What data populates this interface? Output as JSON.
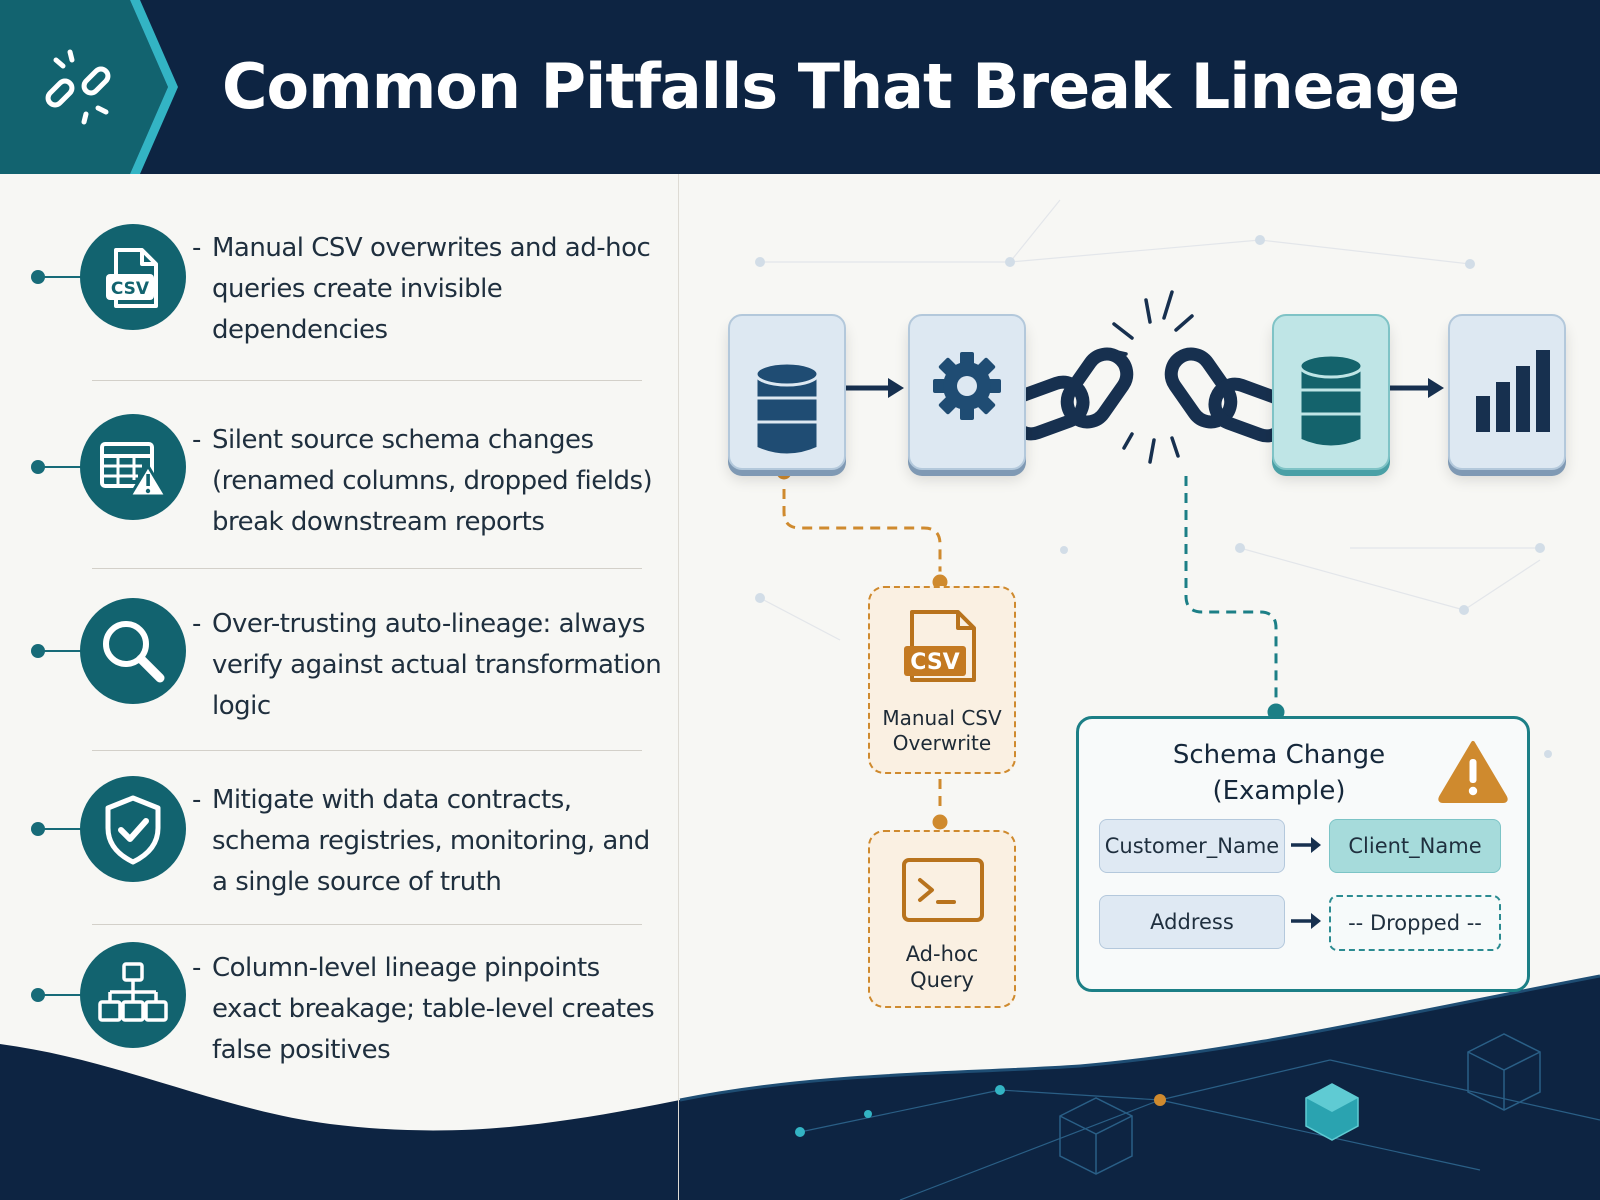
{
  "title": "Common Pitfalls That Break Lineage",
  "header_icon": "broken-link-icon",
  "pitfalls": [
    {
      "icon": "csv-file-icon",
      "bullet": "-",
      "text": "Manual CSV overwrites and ad-hoc queries create invisible dependencies",
      "icon_text": "CSV"
    },
    {
      "icon": "table-warning-icon",
      "bullet": "-",
      "text": "Silent source schema changes (renamed columns, dropped fields) break downstream reports"
    },
    {
      "icon": "magnifier-icon",
      "bullet": "-",
      "text": "Over-trusting auto-lineage: always verify against actual transformation logic"
    },
    {
      "icon": "shield-check-icon",
      "bullet": "-",
      "text": "Mitigate with data contracts, schema registries, monitoring, and a single source of truth"
    },
    {
      "icon": "hierarchy-icon",
      "bullet": "-",
      "text": "Column-level lineage pinpoints exact breakage; table-level creates false positives"
    }
  ],
  "pipeline": {
    "nodes": [
      "database-icon",
      "gear-icon",
      "database-icon",
      "bar-chart-icon"
    ],
    "break_icon": "broken-chain-icon"
  },
  "manual_csv": {
    "icon_text": "CSV",
    "label_line1": "Manual CSV",
    "label_line2": "Overwrite"
  },
  "adhoc_query": {
    "icon": "terminal-icon",
    "label_line1": "Ad-hoc",
    "label_line2": "Query"
  },
  "schema_change": {
    "title_line1": "Schema Change",
    "title_line2": "(Example)",
    "warning_icon": "warning-icon",
    "rows": [
      {
        "from": "Customer_Name",
        "to": "Client_Name",
        "status": "renamed"
      },
      {
        "from": "Address",
        "to": "-- Dropped --",
        "status": "dropped"
      }
    ]
  },
  "colors": {
    "navy": "#0d2442",
    "teal": "#12636f",
    "orange": "#cf8a2e",
    "background": "#f7f7f4"
  }
}
